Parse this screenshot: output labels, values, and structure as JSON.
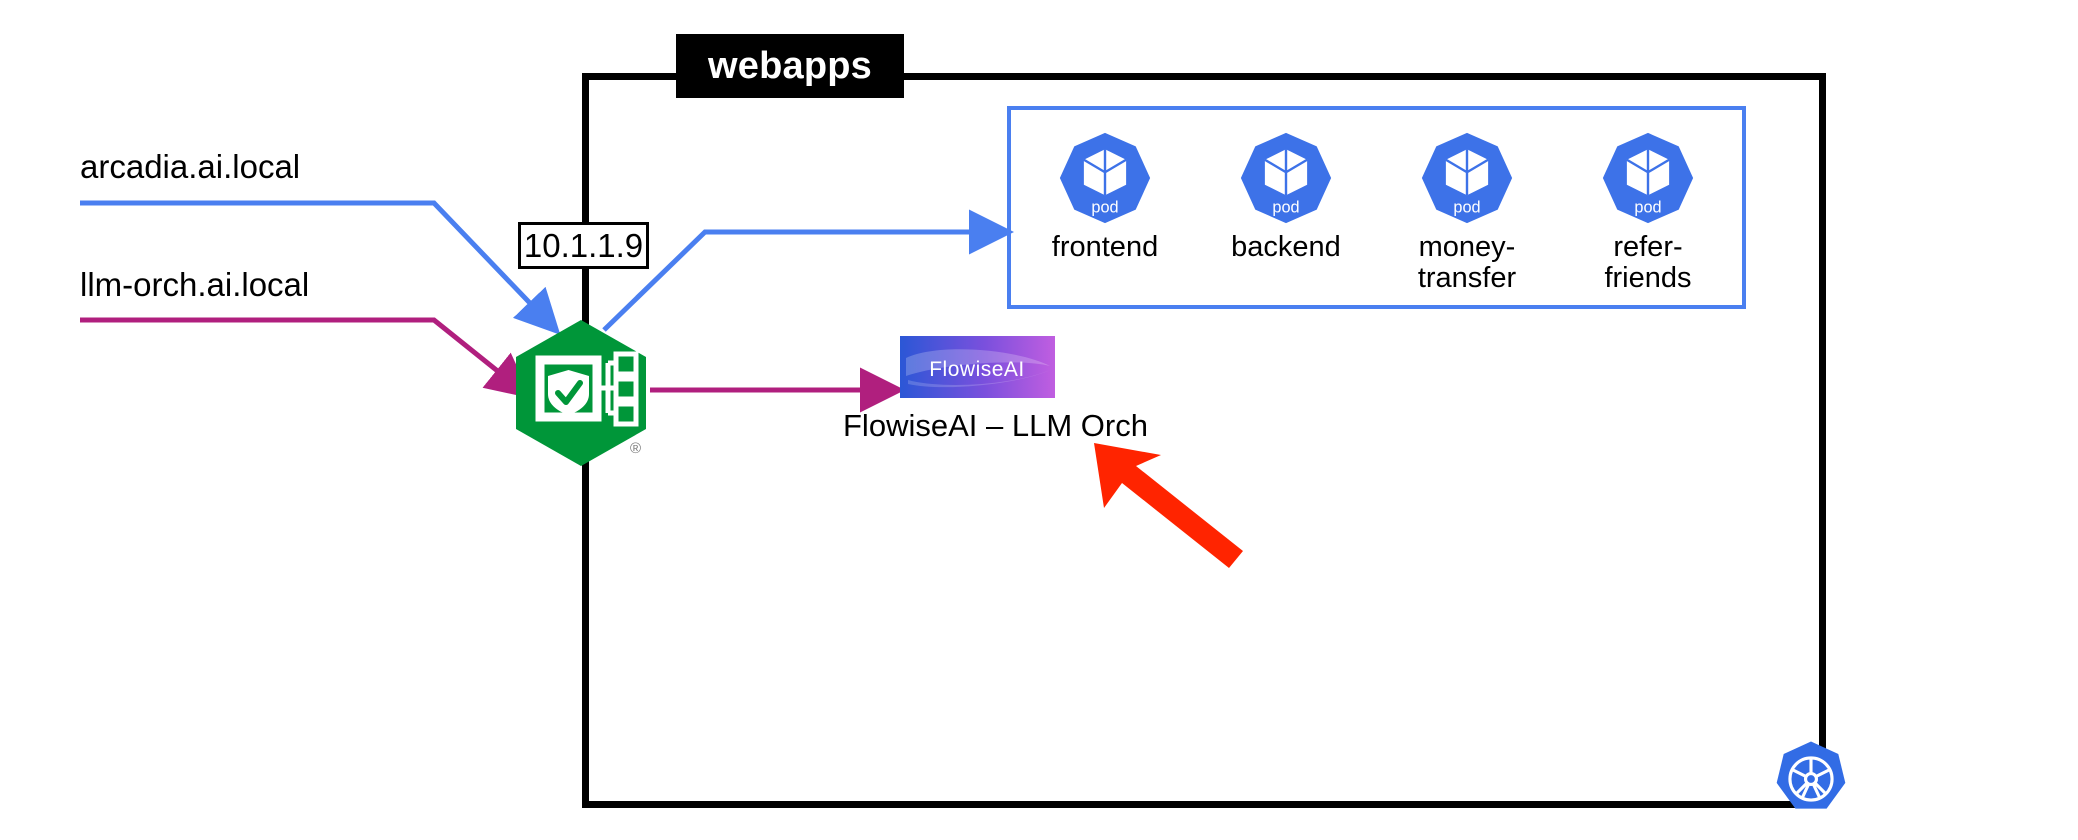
{
  "diagram": {
    "title": "webapps",
    "cluster_label": "webapps",
    "ip_address": "10.1.1.9",
    "accent_blue": "#4a7ff0",
    "accent_magenta": "#b01f7e",
    "nginx_green": "#009639",
    "annotation_red": "#ff2400",
    "k8s_blue": "#326ce5",
    "border_black": "#000000"
  },
  "hosts": [
    {
      "name": "arcadia.ai.local",
      "line_color": "#4a7ff0",
      "target": "webapps-pods"
    },
    {
      "name": "llm-orch.ai.local",
      "line_color": "#b01f7e",
      "target": "flowiseai"
    }
  ],
  "ingress": {
    "kind": "nginx-ingress-controller",
    "ip_label": "10.1.1.9",
    "registered_mark": "®"
  },
  "pods_group": {
    "border_color": "#4a7ff0",
    "pods": [
      {
        "label": "frontend",
        "icon": "k8s-pod-icon",
        "icon_text": "pod"
      },
      {
        "label": "backend",
        "icon": "k8s-pod-icon",
        "icon_text": "pod"
      },
      {
        "label": "money-transfer",
        "icon": "k8s-pod-icon",
        "icon_text": "pod"
      },
      {
        "label": "refer-friends",
        "icon": "k8s-pod-icon",
        "icon_text": "pod"
      }
    ]
  },
  "flowise": {
    "logo_text": "FlowiseAI",
    "caption": "FlowiseAI – LLM Orch",
    "gradient_from": "#2b57d6",
    "gradient_to": "#c05ee0"
  },
  "footer": {
    "platform_icon": "kubernetes-icon"
  },
  "annotation": {
    "type": "red-arrow",
    "points_to": "FlowiseAI – LLM Orch",
    "color": "#ff2400"
  }
}
